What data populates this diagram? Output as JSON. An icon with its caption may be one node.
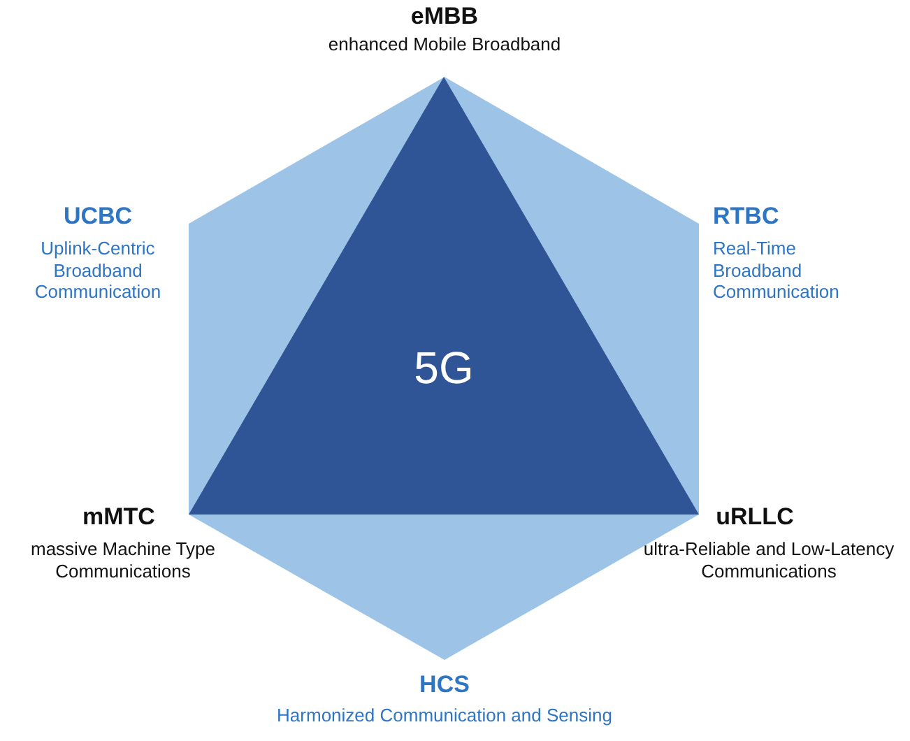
{
  "diagram": {
    "nodes": [
      {
        "text": [
          "5G"
        ]
      }
    ],
    "edges": [],
    "labels": [
      "eMBB",
      "enhanced Mobile Broadband",
      "UCBC",
      "Uplink-Centric Broadband Communication",
      "RTBC",
      "Real-Time Broadband Communication",
      "mMTC",
      "massive Machine Type Communications",
      "uRLLC",
      "ultra-Reliable and Low-Latency Communications",
      "HCS",
      "Harmonized Communication and Sensing"
    ]
  }
}
